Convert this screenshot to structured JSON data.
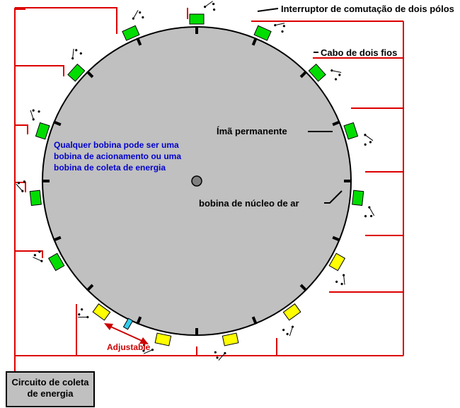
{
  "labels": {
    "switch": "Interruptor de comutação de dois pólos",
    "cable": "Cabo de dois fios",
    "magnet": "Ímã permanente",
    "coil": "bobina de núcleo de ar",
    "note_line1": "Qualquer bobina pode ser uma",
    "note_line2": "bobina de acionamento ou uma",
    "note_line3": "bobina de coleta de energia",
    "adjustable": "Adjustable",
    "circuit_line1": "Circuito de coleta",
    "circuit_line2": "de energia"
  },
  "colors": {
    "rotor": "#c0c0c0",
    "wire": "#dd0000",
    "drive_coil": "#00dd00",
    "pickup_coil": "#ffff00",
    "sensor": "#33ccee",
    "note_text": "#0000cc",
    "adjustable_text": "#cc0000",
    "box_fill": "#c0c0c0"
  },
  "coils": [
    {
      "color": "green"
    },
    {
      "color": "green"
    },
    {
      "color": "green"
    },
    {
      "color": "green"
    },
    {
      "color": "green"
    },
    {
      "color": "yellow"
    },
    {
      "color": "yellow"
    },
    {
      "color": "yellow"
    },
    {
      "color": "yellow"
    },
    {
      "color": "yellow"
    },
    {
      "color": "green"
    },
    {
      "color": "green"
    },
    {
      "color": "green"
    },
    {
      "color": "green"
    },
    {
      "color": "green"
    }
  ]
}
